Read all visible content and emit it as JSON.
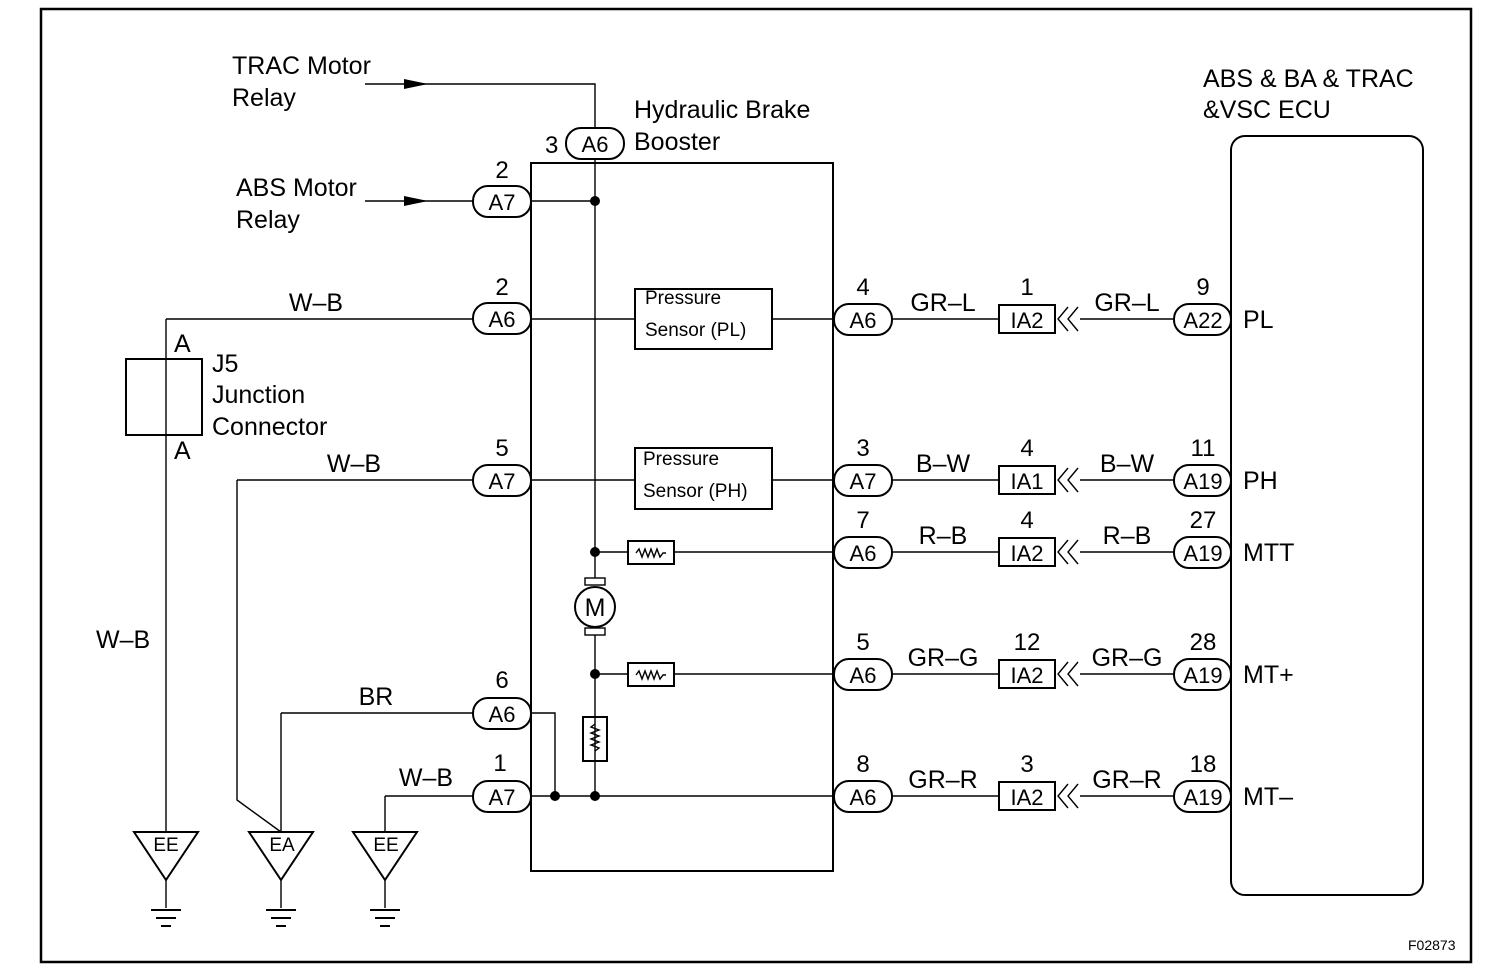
{
  "labels": {
    "trac_relay": [
      "TRAC Motor",
      "Relay"
    ],
    "abs_relay": [
      "ABS Motor",
      "Relay"
    ],
    "booster": [
      "Hydraulic Brake",
      "Booster"
    ],
    "ecu": [
      "ABS & BA & TRAC",
      "&VSC ECU"
    ],
    "junction": [
      "J5",
      "Junction",
      "Connector"
    ],
    "junction_pin_top": "A",
    "junction_pin_bottom": "A",
    "sensor_pl": [
      "Pressure",
      "Sensor (PL)"
    ],
    "sensor_ph": [
      "Pressure",
      "Sensor (PH)"
    ],
    "motor": "M",
    "figure_code": "F02873"
  },
  "left_pins": {
    "top": {
      "num": "3",
      "conn": "A6"
    },
    "abs": {
      "num": "2",
      "conn": "A7"
    },
    "pl_gnd": {
      "num": "2",
      "conn": "A6"
    },
    "ph_gnd": {
      "num": "5",
      "conn": "A7"
    },
    "br": {
      "num": "6",
      "conn": "A6"
    },
    "wb": {
      "num": "1",
      "conn": "A7"
    }
  },
  "left_wires": {
    "pl_gnd": "W–B",
    "ph_gnd": "W–B",
    "vertical": "W–B",
    "br": "BR",
    "wb": "W–B"
  },
  "grounds": [
    "EE",
    "EA",
    "EE"
  ],
  "rows": [
    {
      "bb_num": "4",
      "bb_conn": "A6",
      "wire1": "GR–L",
      "ic_num": "1",
      "ic_conn": "IA2",
      "wire2": "GR–L",
      "ecu_num": "9",
      "ecu_conn": "A22",
      "terminal": "PL"
    },
    {
      "bb_num": "3",
      "bb_conn": "A7",
      "wire1": "B–W",
      "ic_num": "4",
      "ic_conn": "IA1",
      "wire2": "B–W",
      "ecu_num": "11",
      "ecu_conn": "A19",
      "terminal": "PH"
    },
    {
      "bb_num": "7",
      "bb_conn": "A6",
      "wire1": "R–B",
      "ic_num": "4",
      "ic_conn": "IA2",
      "wire2": "R–B",
      "ecu_num": "27",
      "ecu_conn": "A19",
      "terminal": "MTT"
    },
    {
      "bb_num": "5",
      "bb_conn": "A6",
      "wire1": "GR–G",
      "ic_num": "12",
      "ic_conn": "IA2",
      "wire2": "GR–G",
      "ecu_num": "28",
      "ecu_conn": "A19",
      "terminal": "MT+"
    },
    {
      "bb_num": "8",
      "bb_conn": "A6",
      "wire1": "GR–R",
      "ic_num": "3",
      "ic_conn": "IA2",
      "wire2": "GR–R",
      "ecu_num": "18",
      "ecu_conn": "A19",
      "terminal": "MT–"
    }
  ]
}
